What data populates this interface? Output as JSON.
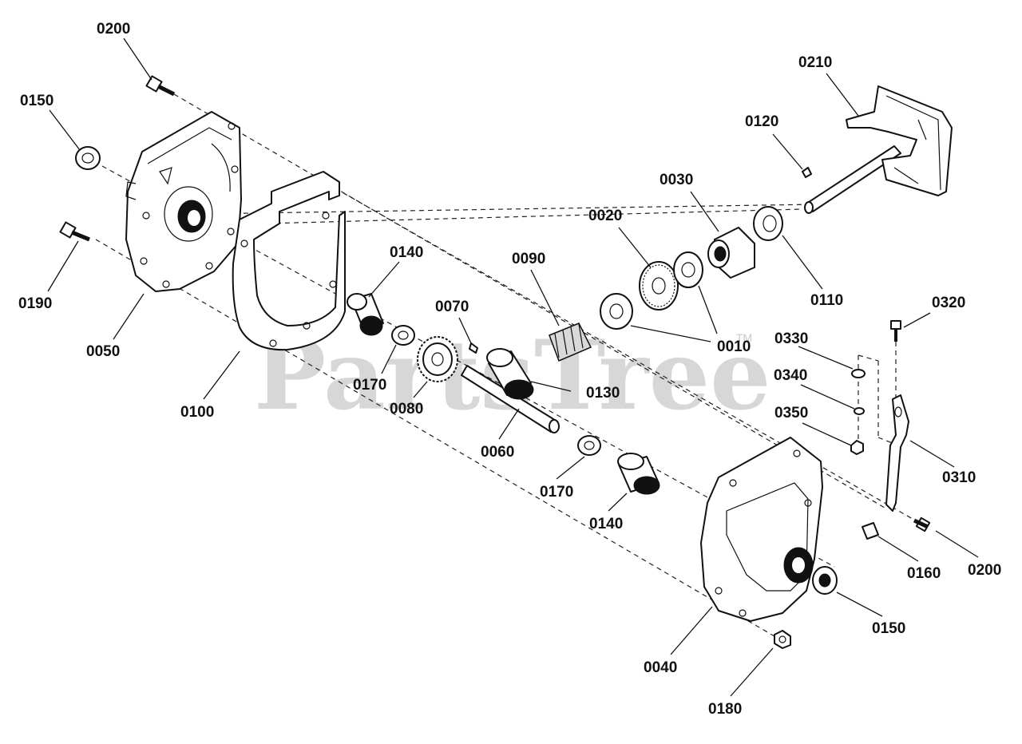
{
  "watermark": {
    "text": "PartsTree",
    "trademark": "TM"
  },
  "callouts": [
    {
      "id": "c0200a",
      "label": "0200"
    },
    {
      "id": "c0150a",
      "label": "0150"
    },
    {
      "id": "c0190",
      "label": "0190"
    },
    {
      "id": "c0050",
      "label": "0050"
    },
    {
      "id": "c0100",
      "label": "0100"
    },
    {
      "id": "c0140a",
      "label": "0140"
    },
    {
      "id": "c0170a",
      "label": "0170"
    },
    {
      "id": "c0080",
      "label": "0080"
    },
    {
      "id": "c0070",
      "label": "0070"
    },
    {
      "id": "c0060",
      "label": "0060"
    },
    {
      "id": "c0090",
      "label": "0090"
    },
    {
      "id": "c0130",
      "label": "0130"
    },
    {
      "id": "c0020",
      "label": "0020"
    },
    {
      "id": "c0030",
      "label": "0030"
    },
    {
      "id": "c0010",
      "label": "0010"
    },
    {
      "id": "c0120",
      "label": "0120"
    },
    {
      "id": "c0210",
      "label": "0210"
    },
    {
      "id": "c0110",
      "label": "0110"
    },
    {
      "id": "c0170b",
      "label": "0170"
    },
    {
      "id": "c0140b",
      "label": "0140"
    },
    {
      "id": "c0320",
      "label": "0320"
    },
    {
      "id": "c0330",
      "label": "0330"
    },
    {
      "id": "c0340",
      "label": "0340"
    },
    {
      "id": "c0350",
      "label": "0350"
    },
    {
      "id": "c0310",
      "label": "0310"
    },
    {
      "id": "c0200b",
      "label": "0200"
    },
    {
      "id": "c0160",
      "label": "0160"
    },
    {
      "id": "c0150b",
      "label": "0150"
    },
    {
      "id": "c0040",
      "label": "0040"
    },
    {
      "id": "c0180",
      "label": "0180"
    }
  ]
}
